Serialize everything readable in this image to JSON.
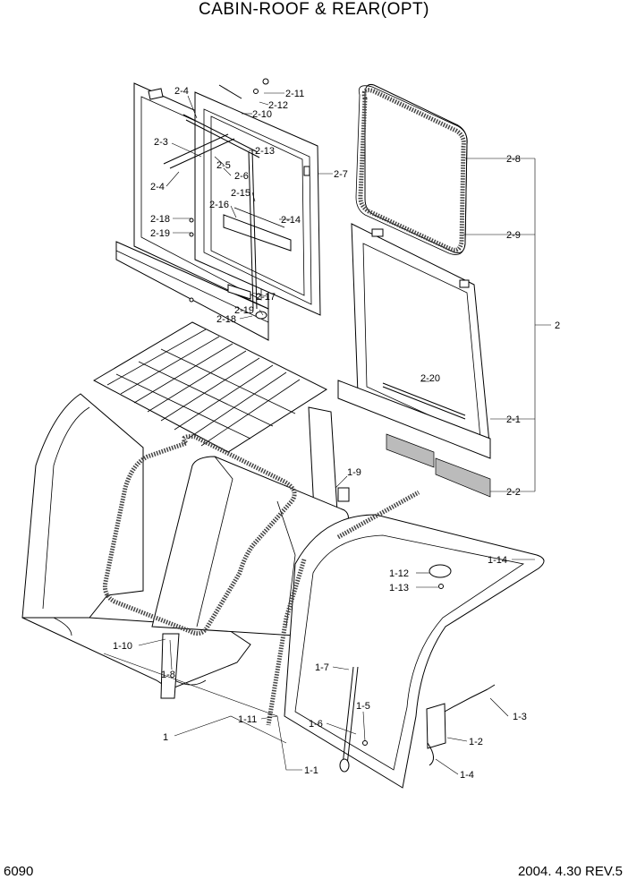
{
  "header": {
    "title": "CABIN-ROOF & REAR(OPT)"
  },
  "footer": {
    "page_number": "6090",
    "revision": "2004. 4.30 REV.5"
  },
  "callouts": {
    "c2_11": "2-11",
    "c2_12": "2-12",
    "c2_10": "2-10",
    "c2_4a": "2-4",
    "c2_3": "2-3",
    "c2_13": "2-13",
    "c2_5": "2-5",
    "c2_6": "2-6",
    "c2_4b": "2-4",
    "c2_7": "2-7",
    "c2_15": "2-15",
    "c2_16": "2-16",
    "c2_14": "2-14",
    "c2_18a": "2-18",
    "c2_19a": "2-19",
    "c2_17": "2-17",
    "c2_19b": "2-19",
    "c2_18b": "2-18",
    "c2_8": "2-8",
    "c2_9": "2-9",
    "c2": "2",
    "c2_20": "2-20",
    "c2_1": "2-1",
    "c2_2": "2-2",
    "c1_9": "1-9",
    "c1_14": "1-14",
    "c1_12": "1-12",
    "c1_13": "1-13",
    "c1_10": "1-10",
    "c1_8": "1-8",
    "c1_7": "1-7",
    "c1_5": "1-5",
    "c1_3": "1-3",
    "c1_11": "1-11",
    "c1_6": "1-6",
    "c1_2": "1-2",
    "c1": "1",
    "c1_1": "1-1",
    "c1_4": "1-4"
  }
}
